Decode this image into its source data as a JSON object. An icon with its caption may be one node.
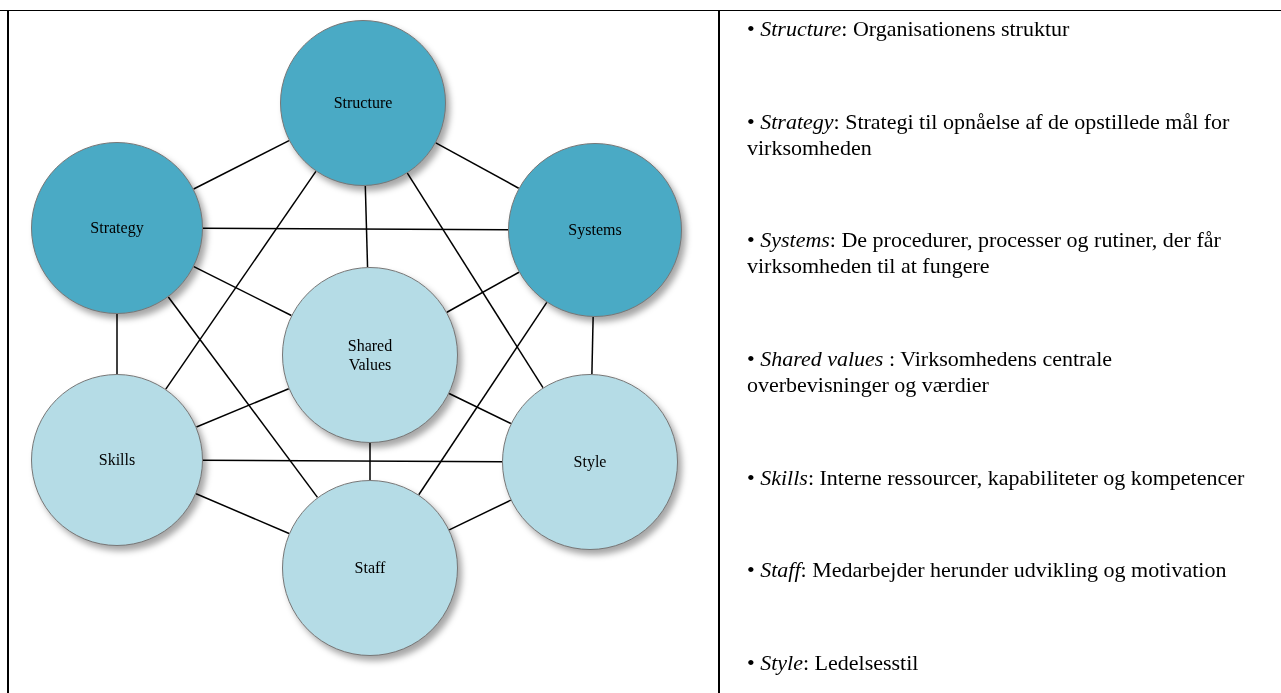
{
  "diagram": {
    "nodes": [
      {
        "text": [
          "Structure"
        ]
      },
      {
        "text": [
          "Strategy"
        ]
      },
      {
        "text": [
          "Systems"
        ]
      },
      {
        "text": [
          "Shared Values"
        ]
      },
      {
        "text": [
          "Skills"
        ]
      },
      {
        "text": [
          "Style"
        ]
      },
      {
        "text": [
          "Staff"
        ]
      }
    ],
    "edges": [
      {
        "from": 0,
        "to": 1,
        "arrow": "none"
      },
      {
        "from": 0,
        "to": 2,
        "arrow": "none"
      },
      {
        "from": 0,
        "to": 3,
        "arrow": "none"
      },
      {
        "from": 0,
        "to": 4,
        "arrow": "none"
      },
      {
        "from": 0,
        "to": 5,
        "arrow": "none"
      },
      {
        "from": 1,
        "to": 2,
        "arrow": "none"
      },
      {
        "from": 1,
        "to": 3,
        "arrow": "none"
      },
      {
        "from": 1,
        "to": 4,
        "arrow": "none"
      },
      {
        "from": 1,
        "to": 6,
        "arrow": "none"
      },
      {
        "from": 2,
        "to": 3,
        "arrow": "none"
      },
      {
        "from": 2,
        "to": 5,
        "arrow": "none"
      },
      {
        "from": 2,
        "to": 6,
        "arrow": "none"
      },
      {
        "from": 4,
        "to": 3,
        "arrow": "none"
      },
      {
        "from": 4,
        "to": 5,
        "arrow": "none"
      },
      {
        "from": 4,
        "to": 6,
        "arrow": "none"
      },
      {
        "from": 5,
        "to": 3,
        "arrow": "none"
      },
      {
        "from": 5,
        "to": 6,
        "arrow": "none"
      },
      {
        "from": 3,
        "to": 6,
        "arrow": "none"
      }
    ],
    "labels": [
      "• *Structure*: Organisationens struktur",
      "• *Strategy*: Strategi til opnåelse af de opstillede mål for virksomheden",
      "• *Systems*: De procedurer, processer og rutiner, der får virksomheden til at fungere",
      "• *Shared values* : Virksomhedens centrale overbevisninger og værdier",
      "• *Skills*: Interne ressourcer, kapabiliteter og kompetencer",
      "• *Staff*: Medarbejder herunder udvikling og motivation",
      "• *Style*: Ledelsesstil"
    ]
  }
}
